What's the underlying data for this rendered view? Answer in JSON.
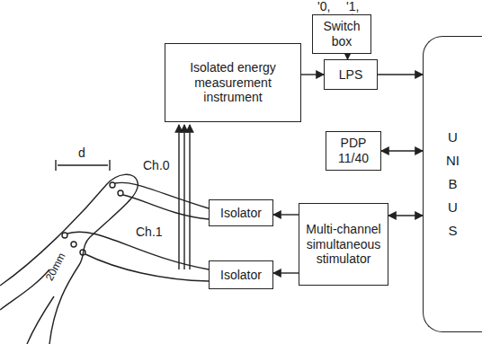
{
  "diagram": {
    "nodes": [
      {
        "text": [
          "Switch box"
        ]
      },
      {
        "text": [
          "Isolated energy measurement instrument"
        ]
      },
      {
        "text": [
          "LPS"
        ]
      },
      {
        "text": [
          "UNIBUS"
        ]
      },
      {
        "text": [
          "PDP 11/40"
        ]
      },
      {
        "text": [
          "Isolator"
        ]
      },
      {
        "text": [
          "Isolator"
        ]
      },
      {
        "text": [
          "Multi-channel simultaneous stimulator"
        ]
      }
    ],
    "edges": [
      {
        "from": 0,
        "to": 2,
        "arrow": "to"
      },
      {
        "from": 1,
        "to": 2,
        "arrow": "to"
      },
      {
        "from": 2,
        "to": 3,
        "arrow": "to"
      },
      {
        "from": 4,
        "to": 3,
        "arrow": "both"
      },
      {
        "from": 3,
        "to": 7,
        "arrow": "both"
      },
      {
        "from": 7,
        "to": 5,
        "arrow": "to"
      },
      {
        "from": 7,
        "to": 6,
        "arrow": "to"
      }
    ],
    "labels": [
      "'0,",
      "'1,",
      "d",
      "Ch.0",
      "Ch.1",
      "20mm"
    ]
  }
}
